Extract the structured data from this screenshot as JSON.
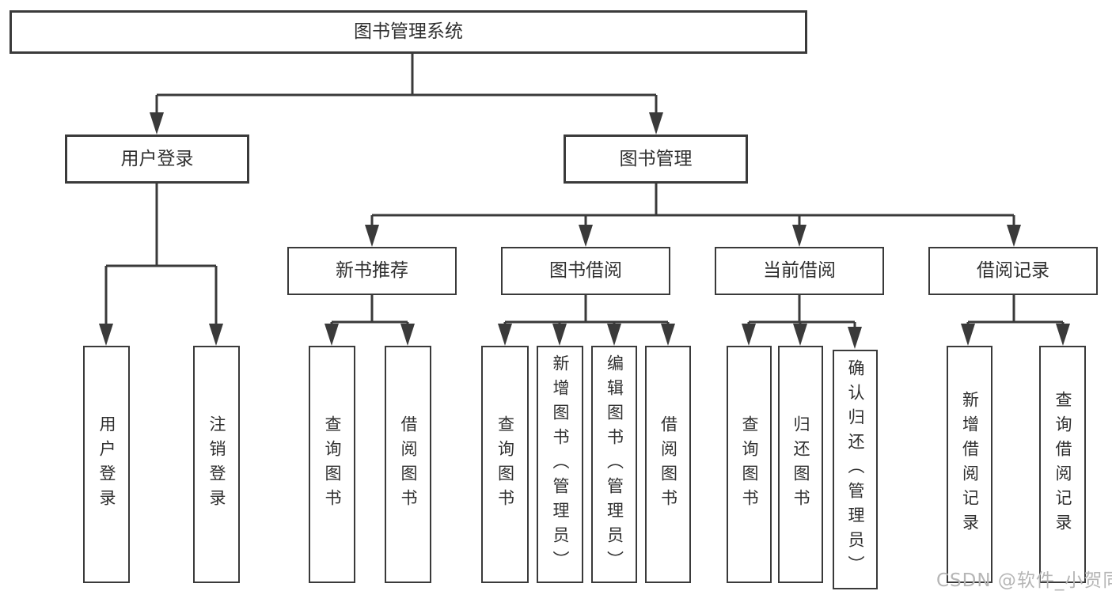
{
  "diagram": {
    "root": "图书管理系统",
    "level2": {
      "user_login": "用户登录",
      "book_mgmt": "图书管理"
    },
    "level3": {
      "new_book_rec": "新书推荐",
      "book_borrow": "图书借阅",
      "current_borrow": "当前借阅",
      "borrow_record": "借阅记录"
    },
    "leaves": [
      "用户登录",
      "注销登录",
      "查询图书",
      "借阅图书",
      "查询图书",
      "新增图书（管理员）",
      "编辑图书（管理员）",
      "借阅图书",
      "查询图书",
      "归还图书",
      "确认归还（管理员）",
      "新增借阅记录",
      "查询借阅记录"
    ],
    "line_color": "#3a3a3a",
    "box_background": "#ffffff",
    "text_color": "#2f2f2f"
  },
  "watermark": "CSDN @软件_小贺同学"
}
